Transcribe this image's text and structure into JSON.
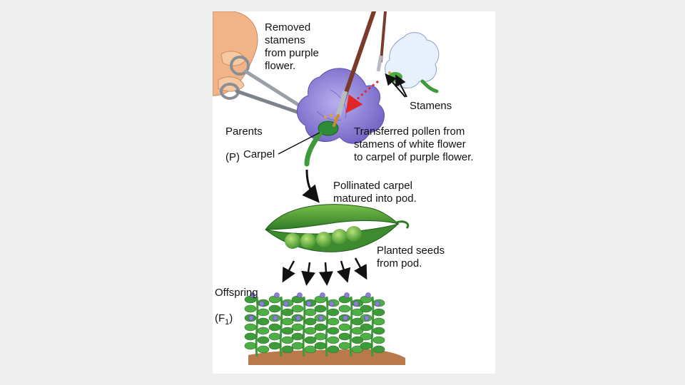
{
  "labels": {
    "removed_stamens": "Removed\nstamens\nfrom purple\nflower.",
    "stamens": "Stamens",
    "parents_line1": "Parents",
    "parents_line2": "(P)",
    "carpel": "Carpel",
    "transferred_pollen": "Transferred pollen from\nstamens of white flower\nto carpel of purple flower.",
    "pollinated_carpel": "Pollinated carpel\nmatured into pod.",
    "planted_seeds": "Planted seeds\nfrom pod.",
    "offspring_line1": "Offspring",
    "offspring_prefix": "(F",
    "offspring_sub": "1",
    "offspring_suffix": ")"
  },
  "colors": {
    "purple_flower": "#8d7fd0",
    "white_flower": "#e8f0fb",
    "leaf_green": "#3f9b3a",
    "pea_green": "#7fc241",
    "soil": "#b9794a",
    "pollen_arrow": "#e02626",
    "brush_handle": "#7b3b2c",
    "hand": "#f1b489"
  },
  "offspring_arrow_count": 5
}
